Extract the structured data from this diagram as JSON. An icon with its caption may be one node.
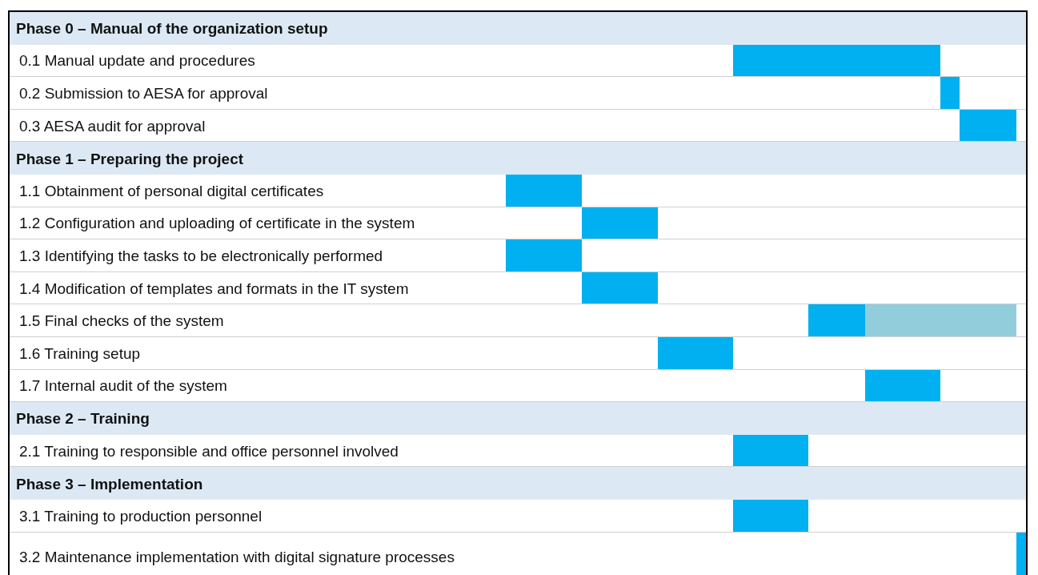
{
  "diagram": {
    "nodes": [
      {
        "text": [],
        "shape": "bar"
      },
      {
        "text": [],
        "shape": "bar"
      },
      {
        "text": [],
        "shape": "bar"
      },
      {
        "text": [],
        "shape": "bar"
      },
      {
        "text": [],
        "shape": "bar"
      },
      {
        "text": [],
        "shape": "bar"
      },
      {
        "text": [],
        "shape": "bar"
      },
      {
        "text": [],
        "shape": "bar"
      },
      {
        "text": [],
        "shape": "bar"
      },
      {
        "text": [],
        "shape": "bar"
      },
      {
        "text": [],
        "shape": "bar"
      },
      {
        "text": [],
        "shape": "bar"
      },
      {
        "text": [],
        "shape": "bar"
      },
      {
        "text": [],
        "shape": "bar"
      }
    ],
    "labels": [
      "Phase 0 – Manual of the organization setup",
      "0.1 Manual update and procedures",
      "0.2 Submission to AESA for approval",
      "0.3 AESA audit for approval",
      "Phase 1 – Preparing the project",
      "1.1 Obtainment of personal digital certificates",
      "1.2 Configuration and uploading of certificate in the system",
      "1.3 Identifying the tasks to be electronically performed",
      "1.4 Modification of templates and formats in the IT system",
      "1.5 Final checks of the system",
      "1.6 Training setup",
      "1.7 Internal audit of the system",
      "Phase 2 – Training",
      "2.1 Training to responsible and office personnel involved",
      "Phase 3 – Implementation",
      "3.1 Training to production personnel",
      "3.2 Maintenance implementation with digital signature processes"
    ]
  }
}
